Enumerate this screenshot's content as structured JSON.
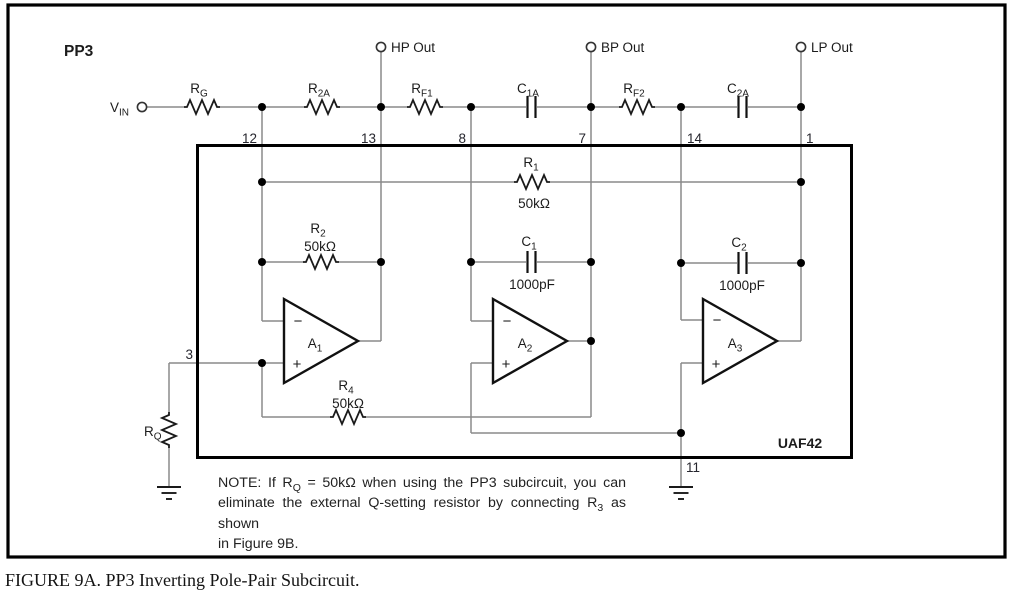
{
  "figure": {
    "title": "PP3",
    "chip": "UAF42",
    "caption": "FIGURE 9A. PP3 Inverting Pole-Pair Subcircuit."
  },
  "terminals": {
    "input": {
      "base": "V",
      "sub": "IN"
    },
    "hp": "HP Out",
    "bp": "BP Out",
    "lp": "LP Out"
  },
  "pins": {
    "p12": "12",
    "p13": "13",
    "p8": "8",
    "p7": "7",
    "p14": "14",
    "p1": "1",
    "p3": "3",
    "p11": "11"
  },
  "components": {
    "rg": {
      "base": "R",
      "sub": "G"
    },
    "r2a": {
      "base": "R",
      "sub": "2A"
    },
    "rf1": {
      "base": "R",
      "sub": "F1"
    },
    "c1a": {
      "base": "C",
      "sub": "1A"
    },
    "rf2": {
      "base": "R",
      "sub": "F2"
    },
    "c2a": {
      "base": "C",
      "sub": "2A"
    },
    "r1": {
      "base": "R",
      "sub": "1",
      "value": "50kΩ"
    },
    "r2": {
      "base": "R",
      "sub": "2",
      "value": "50kΩ"
    },
    "r4": {
      "base": "R",
      "sub": "4",
      "value": "50kΩ"
    },
    "c1": {
      "base": "C",
      "sub": "1",
      "value": "1000pF"
    },
    "c2": {
      "base": "C",
      "sub": "2",
      "value": "1000pF"
    },
    "rq": {
      "base": "R",
      "sub": "Q"
    }
  },
  "opamps": {
    "a1": {
      "base": "A",
      "sub": "1"
    },
    "a2": {
      "base": "A",
      "sub": "2"
    },
    "a3": {
      "base": "A",
      "sub": "3"
    },
    "minus": "−",
    "plus": "+"
  },
  "note": {
    "l1a": "NOTE: If R",
    "l1sub": "Q",
    "l1b": " = 50kΩ when using the PP3 subcircuit, you can",
    "l2a": "eliminate the external Q-setting resistor by connecting R",
    "l2sub": "3",
    "l2b": " as shown",
    "l3": "in Figure 9B."
  },
  "colors": {
    "wire": "#8a8a8a",
    "component": "#1a1a1a",
    "frame": "#000000"
  }
}
